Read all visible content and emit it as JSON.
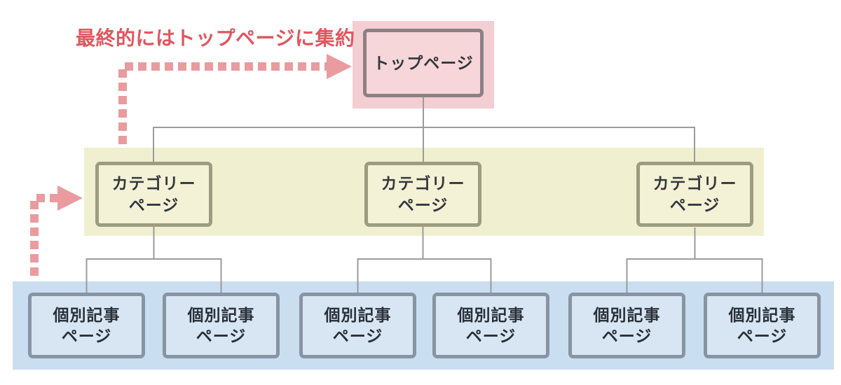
{
  "annotation": {
    "label": "最終的にはトップページに集約"
  },
  "nodes": {
    "top": {
      "label": "トップページ"
    },
    "categories": [
      {
        "label": "カテゴリー\nページ"
      },
      {
        "label": "カテゴリー\nページ"
      },
      {
        "label": "カテゴリー\nページ"
      }
    ],
    "articles": [
      {
        "label": "個別記事\nページ"
      },
      {
        "label": "個別記事\nページ"
      },
      {
        "label": "個別記事\nページ"
      },
      {
        "label": "個別記事\nページ"
      },
      {
        "label": "個別記事\nページ"
      },
      {
        "label": "個別記事\nページ"
      }
    ]
  },
  "colors": {
    "pink_band": "#f3ced3",
    "pink_node_fill": "#f6d6d9",
    "pink_node_border": "#8d8084",
    "yellow_band": "#f0f0d0",
    "yellow_node_fill": "#f3f2d6",
    "yellow_node_border": "#9c9c81",
    "blue_band": "#cadef1",
    "blue_node_fill": "#d8e6f4",
    "blue_node_border": "#8794a4",
    "connector": "#9b9b9b",
    "arrow_pink": "#ea9b9f",
    "annotation_red": "#e0575f",
    "text_dark": "#35383c"
  }
}
